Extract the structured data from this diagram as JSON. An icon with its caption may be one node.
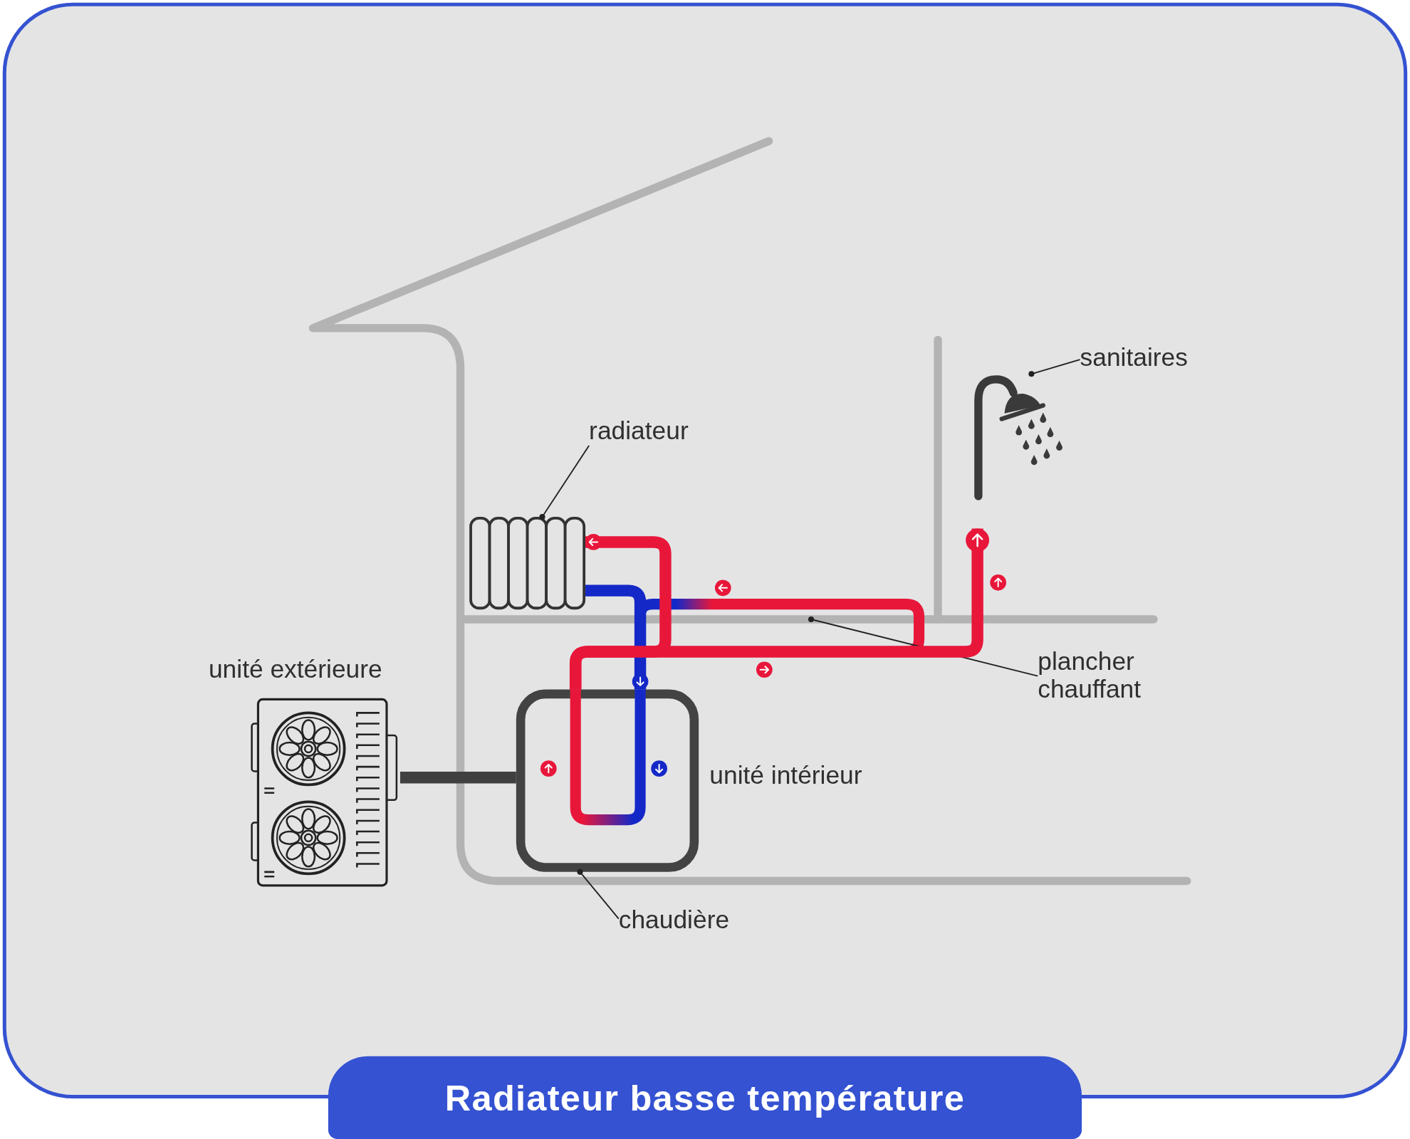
{
  "diagram": {
    "title": "Radiateur basse température",
    "nodes": [
      {
        "text": [
          "radiateur"
        ]
      },
      {
        "text": [],
        "shape": "picture"
      },
      {
        "text": [
          "sanitaires"
        ]
      },
      {
        "text": [],
        "shape": "picture"
      },
      {
        "text": [
          "plancher chauffant"
        ]
      },
      {
        "text": [
          "unité extérieure"
        ]
      },
      {
        "text": [],
        "shape": "box",
        "beside": [
          "unité intérieur"
        ]
      },
      {
        "text": [
          "chaudière"
        ]
      }
    ],
    "edges": [
      {
        "from": 0,
        "to": 1,
        "arrow": "other"
      },
      {
        "from": 2,
        "to": 3,
        "arrow": "other"
      },
      {
        "from": 4,
        "to": null,
        "arrow": "other"
      },
      {
        "from": 7,
        "to": 6,
        "arrow": "other"
      },
      {
        "from": 5,
        "to": 6,
        "arrow": "none",
        "style": "thick",
        "color": "#404040"
      },
      {
        "from": 6,
        "to": 1,
        "arrow": "other",
        "style": "thick",
        "color": "#e8173a"
      },
      {
        "from": 1,
        "to": 6,
        "arrow": "other",
        "style": "thick",
        "color": "#1428c8"
      },
      {
        "from": 6,
        "to": 3,
        "arrow": "other",
        "style": "thick",
        "color": "#e8173a"
      }
    ]
  }
}
